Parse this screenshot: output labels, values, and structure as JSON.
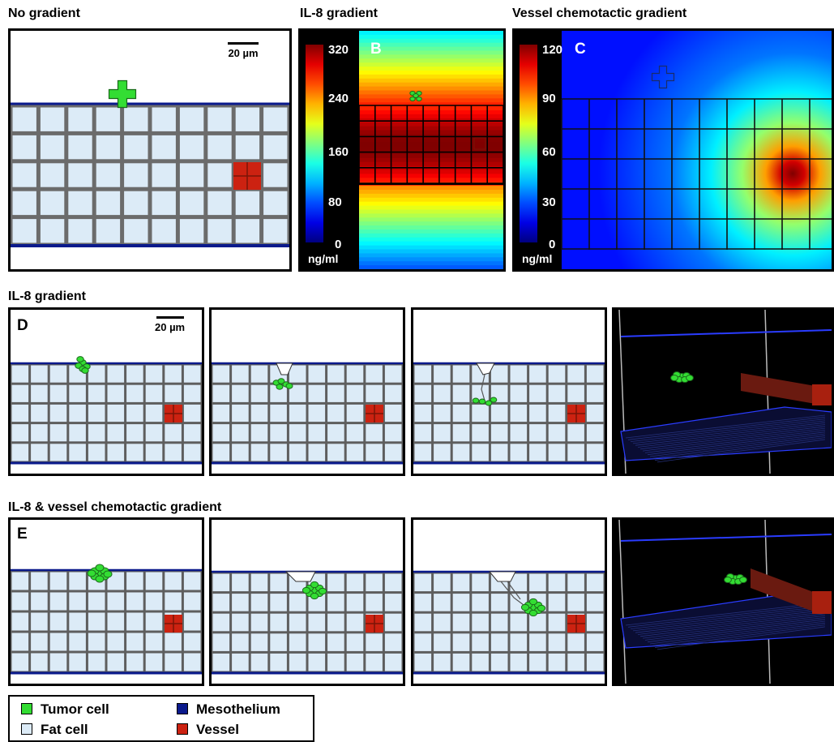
{
  "headings": {
    "no_gradient": "No gradient",
    "il8_top": "IL-8 gradient",
    "vessel_top": "Vessel chemotactic gradient",
    "il8_row": "IL-8 gradient",
    "combined_row": "IL-8 & vessel chemotactic gradient"
  },
  "panels": {
    "b": "B",
    "c": "C",
    "d": "D",
    "e": "E"
  },
  "scale_bar": "20 µm",
  "colorbar_b": {
    "ticks": [
      "320",
      "240",
      "160",
      "80",
      "0"
    ],
    "unit": "ng/ml",
    "max": 320
  },
  "colorbar_c": {
    "ticks": [
      "120",
      "90",
      "60",
      "30",
      "0"
    ],
    "unit": "ng/ml",
    "max": 120
  },
  "legend": {
    "tumor": "Tumor cell",
    "fat": "Fat cell",
    "mesothelium": "Mesothelium",
    "vessel": "Vessel"
  },
  "colors": {
    "tumor": "#33dd33",
    "fat": "#dcebf7",
    "mesothelium": "#0a1a8c",
    "vessel": "#cc2211",
    "grid": "#3a3a3a"
  }
}
